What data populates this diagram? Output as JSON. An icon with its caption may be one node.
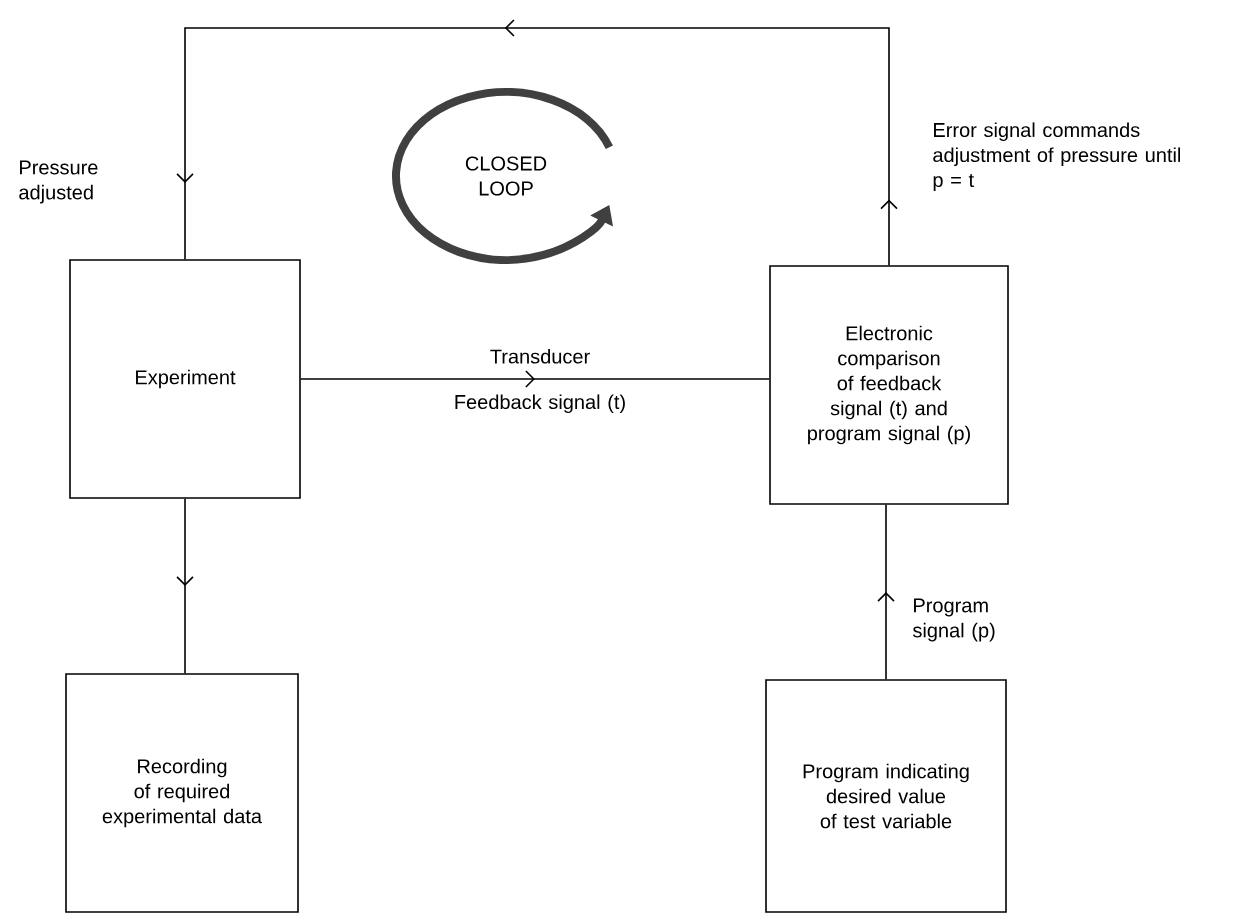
{
  "diagram": {
    "nodes": [
      {
        "text": [
          "Experiment"
        ]
      },
      {
        "text": [
          "Electronic comparison of feedback signal (t) and program signal (p)"
        ]
      },
      {
        "text": [
          "Recording of required experimental data"
        ]
      },
      {
        "text": [
          "Program indicating desired value of test variable"
        ]
      }
    ],
    "edges": [
      {
        "from": 1,
        "to": 0,
        "arrow": "to"
      },
      {
        "from": 0,
        "to": 1,
        "arrow": "to",
        "label": "Feedback signal (t)"
      },
      {
        "from": 0,
        "to": 2,
        "arrow": "to"
      },
      {
        "from": 3,
        "to": 1,
        "arrow": "to",
        "label": "Program signal (p)"
      }
    ],
    "labels": [
      "Pressure adjusted",
      "CLOSED LOOP",
      "Error signal commands adjustment of pressure until p = t",
      "Transducer"
    ]
  }
}
